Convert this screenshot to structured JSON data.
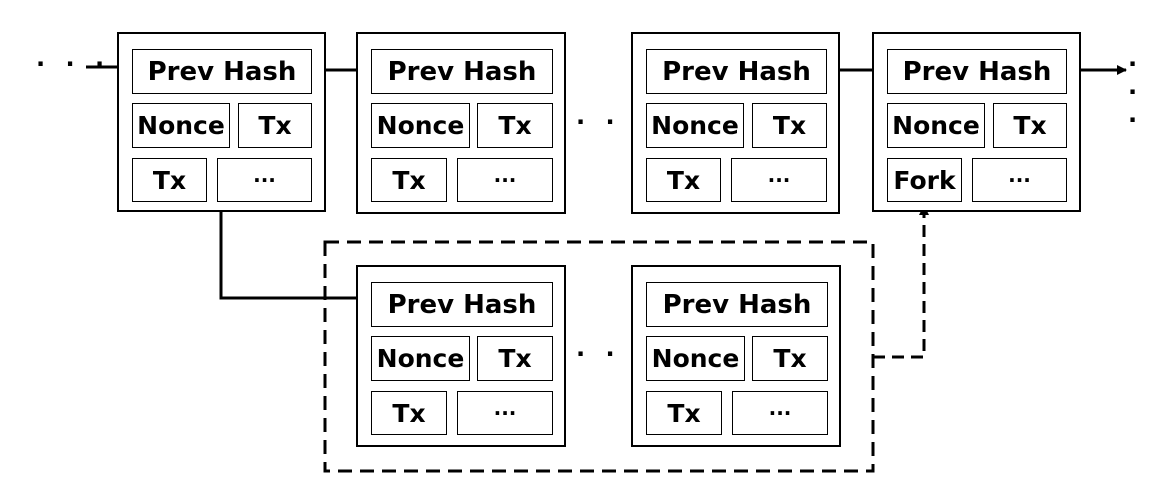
{
  "labels": {
    "prev_hash": "Prev Hash",
    "nonce": "Nonce",
    "tx": "Tx",
    "fork": "Fork",
    "ellipsis": "···",
    "chain_dots": "· · ·"
  },
  "main_chain": {
    "blocks": [
      {
        "id": "block-1",
        "bottom_left": "Tx"
      },
      {
        "id": "block-2",
        "bottom_left": "Tx"
      },
      {
        "id": "block-3",
        "bottom_left": "Tx"
      },
      {
        "id": "block-4",
        "bottom_left": "Fork"
      }
    ]
  },
  "fork_branch": {
    "blocks": [
      {
        "id": "fork-block-1",
        "bottom_left": "Tx"
      },
      {
        "id": "fork-block-2",
        "bottom_left": "Tx"
      }
    ]
  }
}
